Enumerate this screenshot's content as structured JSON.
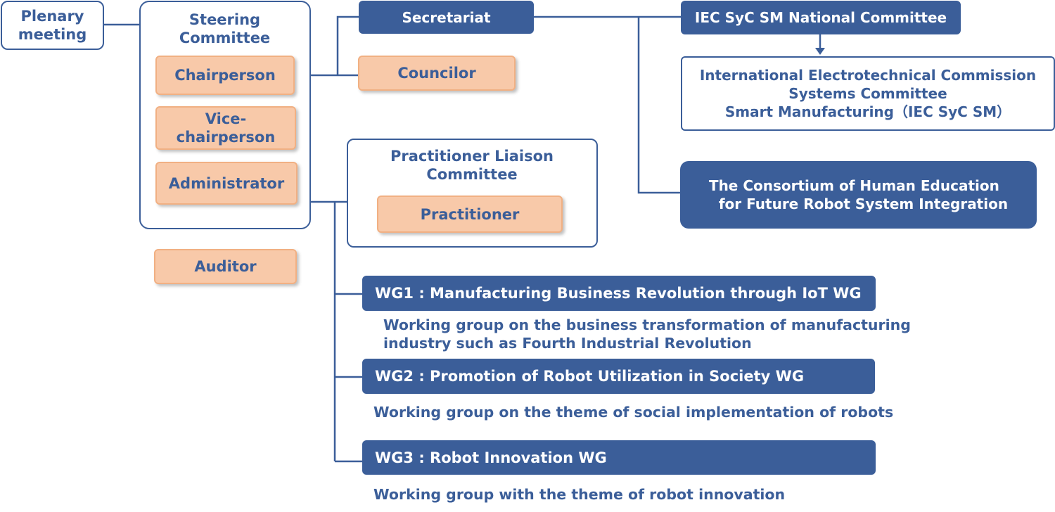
{
  "plenary": "Plenary\nmeeting",
  "steering": {
    "title": "Steering\nCommittee",
    "members": [
      "Chairperson",
      "Vice-\nchairperson",
      "Administrator"
    ]
  },
  "auditor": "Auditor",
  "secretariat": "Secretariat",
  "councilor": "Councilor",
  "practitioner_liaison": {
    "title": "Practitioner Liaison\nCommittee",
    "member": "Practitioner"
  },
  "iec_national": "IEC SyC SM National Committee",
  "iec_committee": "International Electrotechnical Commission\nSystems Committee\nSmart Manufacturing（IEC SyC SM）",
  "consortium": "The Consortium of Human Education\n  for Future Robot System Integration",
  "working_groups": [
    {
      "name": "WG1 : Manufacturing Business Revolution through IoT WG",
      "description": "Working group on the business transformation of manufacturing\nindustry such as Fourth Industrial Revolution"
    },
    {
      "name": "WG2 : Promotion of Robot Utilization in Society WG",
      "description": "Working group on the theme of social implementation of robots"
    },
    {
      "name": "WG3 : Robot Innovation WG",
      "description": "Working group with the theme of robot innovation"
    }
  ],
  "colors": {
    "primary_blue": "#3b5e99",
    "peach_fill": "#f8c9a9",
    "peach_border": "#f1b083"
  }
}
